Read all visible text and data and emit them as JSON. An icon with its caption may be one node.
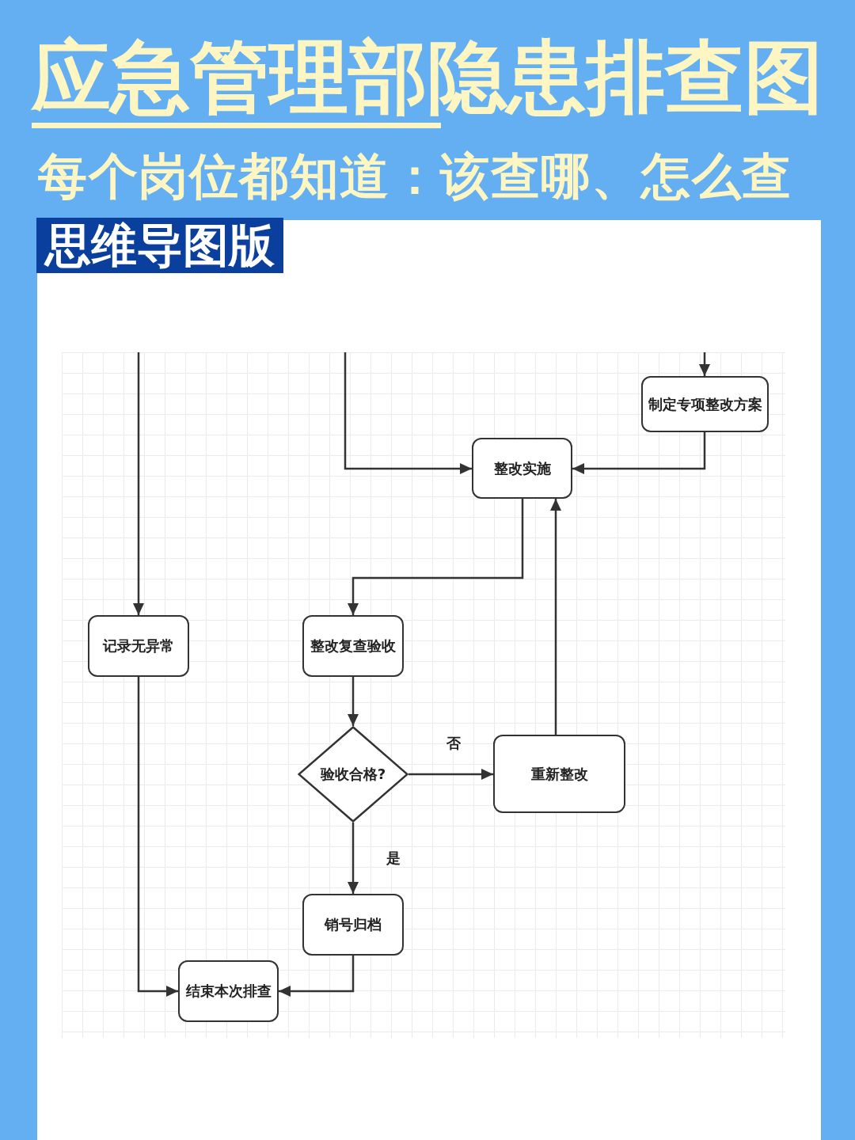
{
  "diagram": {
    "title": "应急管理部隐患排查图",
    "nodes": [
      {
        "text": [
          "制定专项整改方案"
        ]
      },
      {
        "text": [
          "整改实施"
        ]
      },
      {
        "text": [
          "记录无异常"
        ]
      },
      {
        "text": [
          "整改复查验收"
        ]
      },
      {
        "text": [
          "验收合格?"
        ]
      },
      {
        "text": [
          "重新整改"
        ]
      },
      {
        "text": [
          "销号归档"
        ]
      },
      {
        "text": [
          "结束本次排查"
        ]
      }
    ],
    "edges": [
      {
        "from": null,
        "to": 0,
        "arrow": "to"
      },
      {
        "from": null,
        "to": 1,
        "arrow": "to"
      },
      {
        "from": 0,
        "to": 1,
        "arrow": "to"
      },
      {
        "from": null,
        "to": 2,
        "arrow": "to"
      },
      {
        "from": 1,
        "to": 3,
        "arrow": "to"
      },
      {
        "from": 3,
        "to": 4,
        "arrow": "to"
      },
      {
        "from": 4,
        "to": 5,
        "label": "否",
        "arrow": "to"
      },
      {
        "from": 5,
        "to": 1,
        "arrow": "to"
      },
      {
        "from": 4,
        "to": 6,
        "label": "是",
        "arrow": "to"
      },
      {
        "from": 2,
        "to": 7,
        "arrow": "to"
      },
      {
        "from": 6,
        "to": 7,
        "arrow": "to"
      }
    ],
    "labels": [
      "每个岗位都知道：该查哪、怎么查",
      "思维导图版"
    ]
  }
}
